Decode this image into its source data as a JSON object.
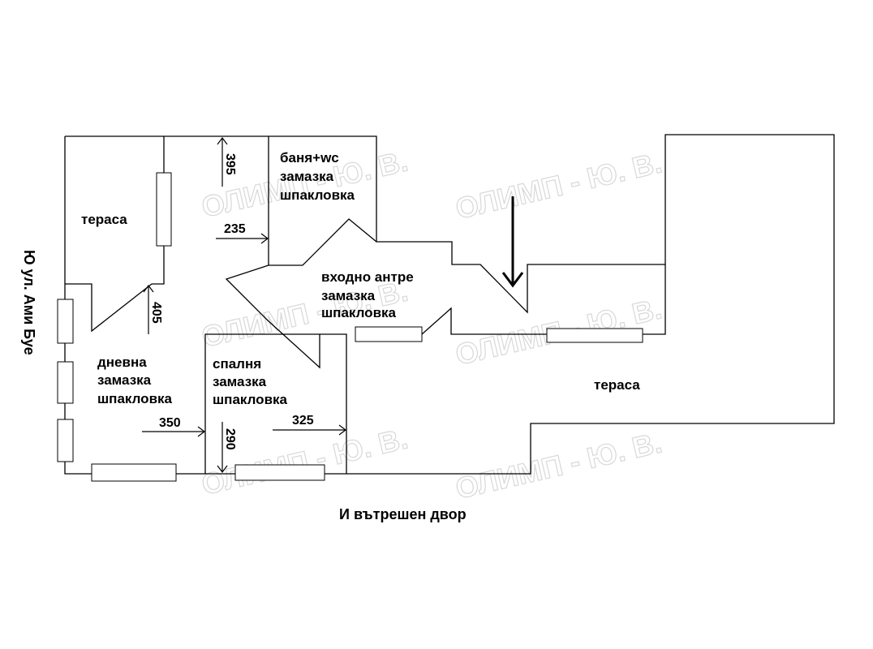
{
  "watermark": "ОЛИМП - Ю. В.",
  "street_label": "Ю ул. Ами Буе",
  "courtyard_label": "И вътрешен двор",
  "rooms": {
    "terrace_left": "тераса",
    "bath": [
      "баня+wc",
      "замазка",
      "шпакловка"
    ],
    "entrance": [
      "входно антре",
      "замазка",
      "шпакловка"
    ],
    "living": [
      "дневна",
      "замазка",
      "шпакловка"
    ],
    "bedroom": [
      "спалня",
      "замазка",
      "шпакловка"
    ],
    "terrace_right": "тераса"
  },
  "dimensions": {
    "d395": "395",
    "d235": "235",
    "d405": "405",
    "d350": "350",
    "d290": "290",
    "d325": "325"
  }
}
